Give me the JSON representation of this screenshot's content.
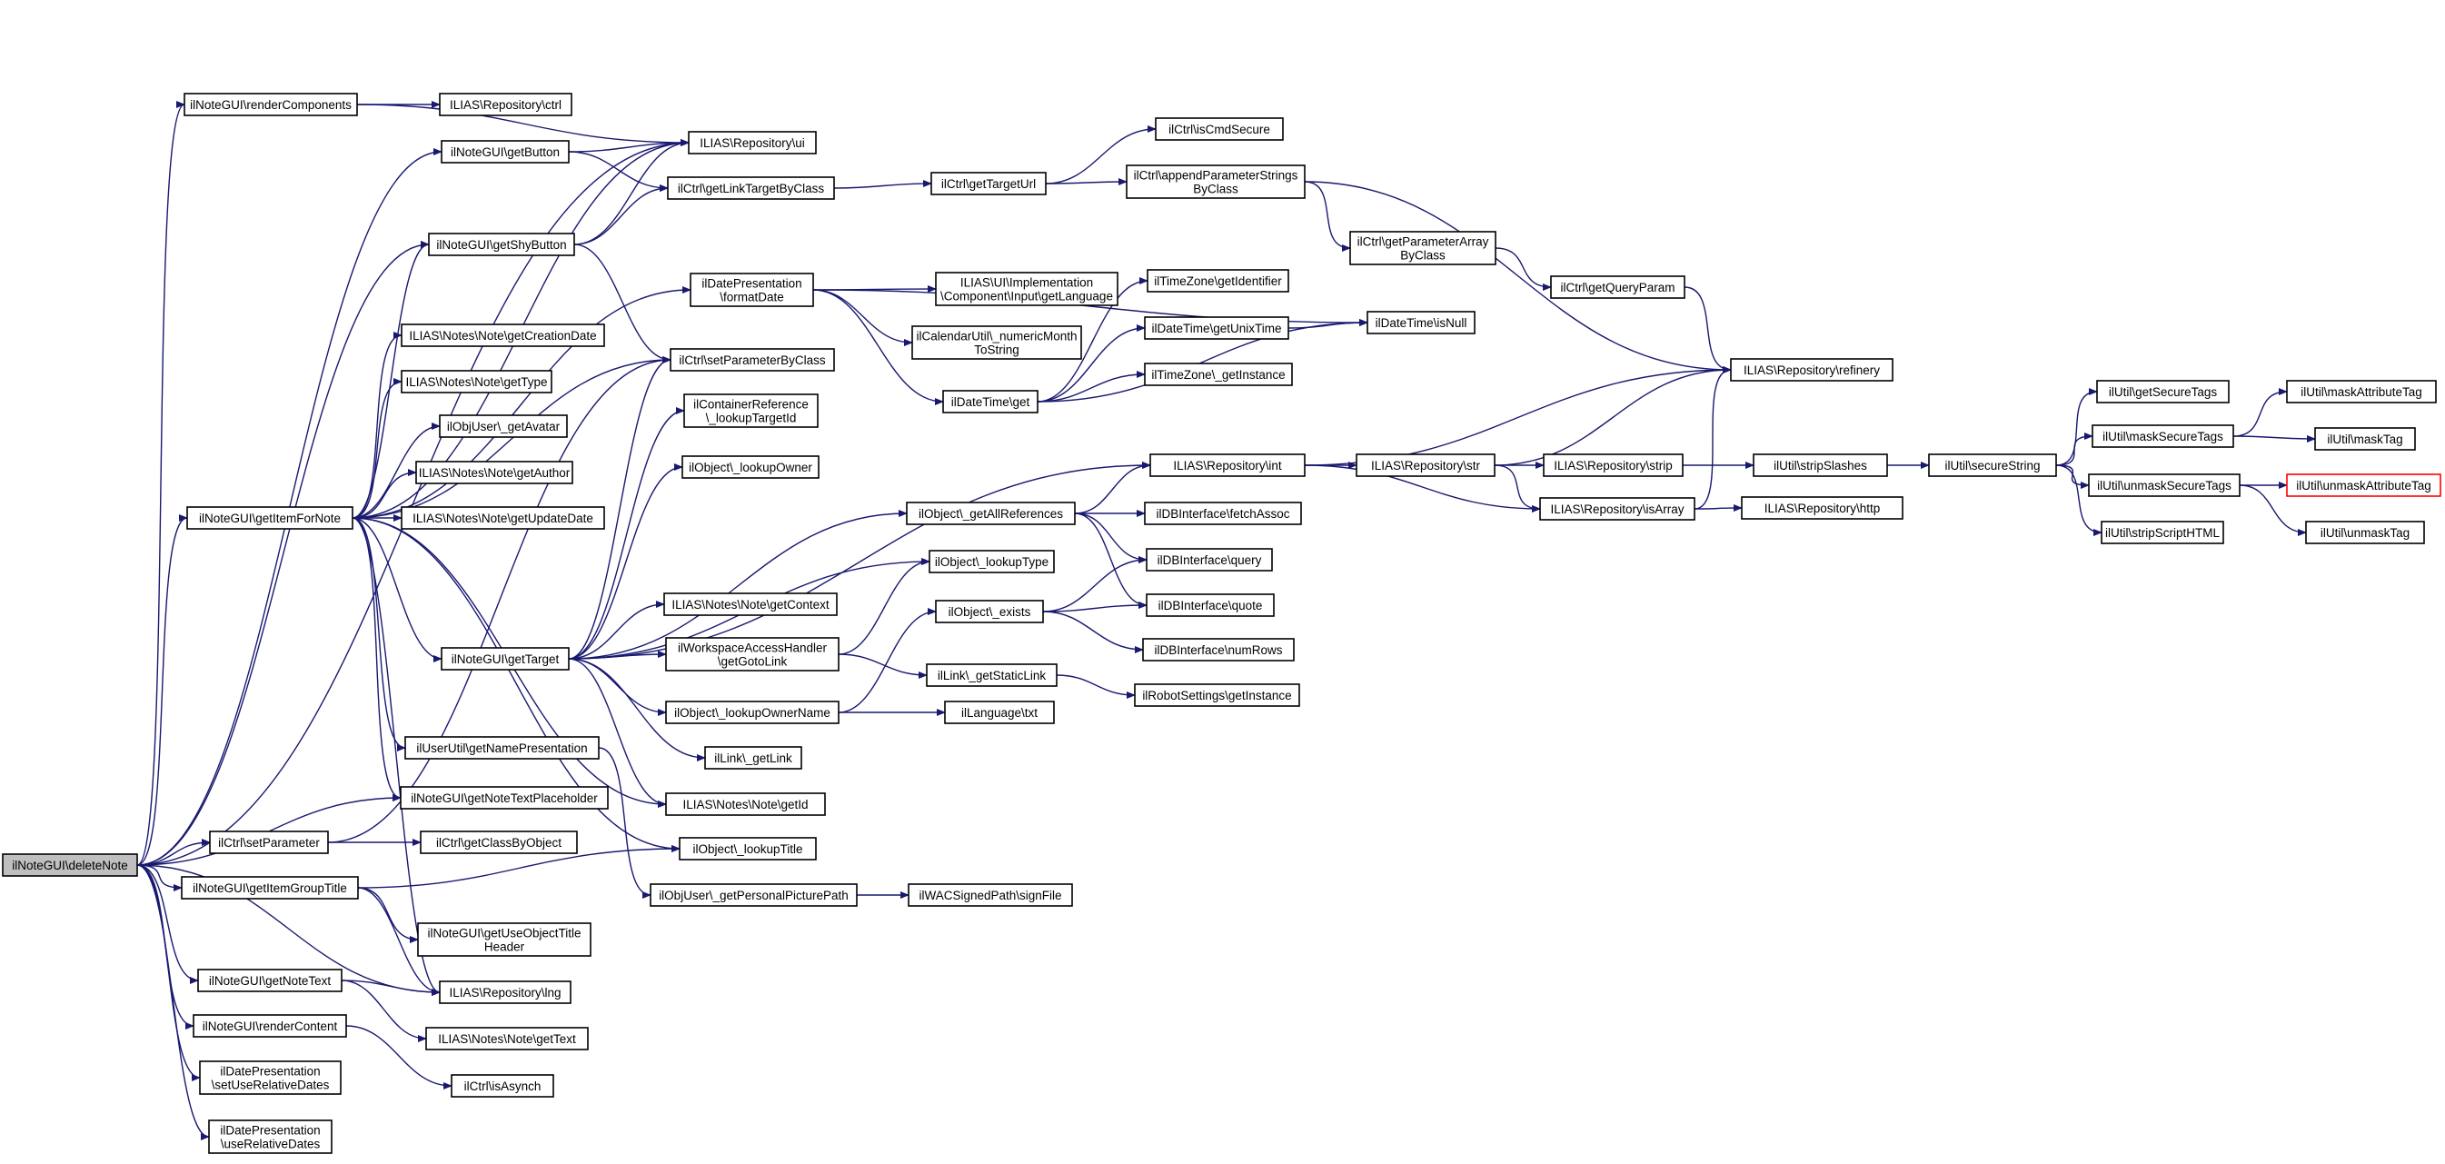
{
  "diagram": {
    "edge_color": "#191970",
    "root_fill": "#bfbfbf",
    "highlight_border": "#ff0000",
    "nodes": [
      {
        "id": "deleteNote",
        "lines": [
          "ilNoteGUI\\deleteNote"
        ],
        "root": true
      },
      {
        "id": "renderComponents",
        "lines": [
          "ilNoteGUI\\renderComponents"
        ]
      },
      {
        "id": "ctrl",
        "lines": [
          "ILIAS\\Repository\\ctrl"
        ]
      },
      {
        "id": "ui",
        "lines": [
          "ILIAS\\Repository\\ui"
        ]
      },
      {
        "id": "getButton",
        "lines": [
          "ilNoteGUI\\getButton"
        ]
      },
      {
        "id": "getLinkTargetByClass",
        "lines": [
          "ilCtrl\\getLinkTargetByClass"
        ]
      },
      {
        "id": "getTargetUrl",
        "lines": [
          "ilCtrl\\getTargetUrl"
        ]
      },
      {
        "id": "isCmdSecure",
        "lines": [
          "ilCtrl\\isCmdSecure"
        ]
      },
      {
        "id": "appendParameterStrings",
        "lines": [
          "ilCtrl\\appendParameterStrings",
          "ByClass"
        ]
      },
      {
        "id": "getShyButton",
        "lines": [
          "ilNoteGUI\\getShyButton"
        ]
      },
      {
        "id": "formatDate",
        "lines": [
          "ilDatePresentation",
          "\\formatDate"
        ]
      },
      {
        "id": "getLanguage",
        "lines": [
          "ILIAS\\UI\\Implementation",
          "\\Component\\Input\\getLanguage"
        ]
      },
      {
        "id": "numericMonth",
        "lines": [
          "ilCalendarUtil\\_numericMonth",
          "ToString"
        ]
      },
      {
        "id": "getParameterArray",
        "lines": [
          "ilCtrl\\getParameterArray",
          "ByClass"
        ]
      },
      {
        "id": "getQueryParam",
        "lines": [
          "ilCtrl\\getQueryParam"
        ]
      },
      {
        "id": "getIdentifier",
        "lines": [
          "ilTimeZone\\getIdentifier"
        ]
      },
      {
        "id": "getUnixTime",
        "lines": [
          "ilDateTime\\getUnixTime"
        ]
      },
      {
        "id": "isNull",
        "lines": [
          "ilDateTime\\isNull"
        ]
      },
      {
        "id": "tzGetInstance",
        "lines": [
          "ilTimeZone\\_getInstance"
        ]
      },
      {
        "id": "dtGet",
        "lines": [
          "ilDateTime\\get"
        ]
      },
      {
        "id": "refinery",
        "lines": [
          "ILIAS\\Repository\\refinery"
        ]
      },
      {
        "id": "getCreationDate",
        "lines": [
          "ILIAS\\Notes\\Note\\getCreationDate"
        ]
      },
      {
        "id": "setParameterByClass",
        "lines": [
          "ilCtrl\\setParameterByClass"
        ]
      },
      {
        "id": "getType",
        "lines": [
          "ILIAS\\Notes\\Note\\getType"
        ]
      },
      {
        "id": "lookupTargetId",
        "lines": [
          "ilContainerReference",
          "\\_lookupTargetId"
        ]
      },
      {
        "id": "getAvatar",
        "lines": [
          "ilObjUser\\_getAvatar"
        ]
      },
      {
        "id": "lookupOwner",
        "lines": [
          "ilObject\\_lookupOwner"
        ]
      },
      {
        "id": "getAuthor",
        "lines": [
          "ILIAS\\Notes\\Note\\getAuthor"
        ]
      },
      {
        "id": "getUpdateDate",
        "lines": [
          "ILIAS\\Notes\\Note\\getUpdateDate"
        ]
      },
      {
        "id": "getItemForNote",
        "lines": [
          "ilNoteGUI\\getItemForNote"
        ]
      },
      {
        "id": "repoInt",
        "lines": [
          "ILIAS\\Repository\\int"
        ]
      },
      {
        "id": "repoStr",
        "lines": [
          "ILIAS\\Repository\\str"
        ]
      },
      {
        "id": "repoStrip",
        "lines": [
          "ILIAS\\Repository\\strip"
        ]
      },
      {
        "id": "stripSlashes",
        "lines": [
          "ilUtil\\stripSlashes"
        ]
      },
      {
        "id": "secureString",
        "lines": [
          "ilUtil\\secureString"
        ]
      },
      {
        "id": "getSecureTags",
        "lines": [
          "ilUtil\\getSecureTags"
        ]
      },
      {
        "id": "maskSecureTags",
        "lines": [
          "ilUtil\\maskSecureTags"
        ]
      },
      {
        "id": "maskAttributeTag",
        "lines": [
          "ilUtil\\maskAttributeTag"
        ]
      },
      {
        "id": "maskTag",
        "lines": [
          "ilUtil\\maskTag"
        ]
      },
      {
        "id": "unmaskSecureTags",
        "lines": [
          "ilUtil\\unmaskSecureTags"
        ]
      },
      {
        "id": "unmaskAttributeTag",
        "lines": [
          "ilUtil\\unmaskAttributeTag"
        ],
        "highlight": true
      },
      {
        "id": "unmaskTag",
        "lines": [
          "ilUtil\\unmaskTag"
        ]
      },
      {
        "id": "stripScriptHTML",
        "lines": [
          "ilUtil\\stripScriptHTML"
        ]
      },
      {
        "id": "getAllReferences",
        "lines": [
          "ilObject\\_getAllReferences"
        ]
      },
      {
        "id": "fetchAssoc",
        "lines": [
          "ilDBInterface\\fetchAssoc"
        ]
      },
      {
        "id": "isArray",
        "lines": [
          "ILIAS\\Repository\\isArray"
        ]
      },
      {
        "id": "http",
        "lines": [
          "ILIAS\\Repository\\http"
        ]
      },
      {
        "id": "lookupType",
        "lines": [
          "ilObject\\_lookupType"
        ]
      },
      {
        "id": "dbQuery",
        "lines": [
          "ilDBInterface\\query"
        ]
      },
      {
        "id": "getContext",
        "lines": [
          "ILIAS\\Notes\\Note\\getContext"
        ]
      },
      {
        "id": "exists",
        "lines": [
          "ilObject\\_exists"
        ]
      },
      {
        "id": "dbQuote",
        "lines": [
          "ilDBInterface\\quote"
        ]
      },
      {
        "id": "getGotoLink",
        "lines": [
          "ilWorkspaceAccessHandler",
          "\\getGotoLink"
        ]
      },
      {
        "id": "numRows",
        "lines": [
          "ilDBInterface\\numRows"
        ]
      },
      {
        "id": "getTarget",
        "lines": [
          "ilNoteGUI\\getTarget"
        ]
      },
      {
        "id": "getStaticLink",
        "lines": [
          "ilLink\\_getStaticLink"
        ]
      },
      {
        "id": "robotGetInstance",
        "lines": [
          "ilRobotSettings\\getInstance"
        ]
      },
      {
        "id": "lookupOwnerName",
        "lines": [
          "ilObject\\_lookupOwnerName"
        ]
      },
      {
        "id": "langTxt",
        "lines": [
          "ilLanguage\\txt"
        ]
      },
      {
        "id": "getLink",
        "lines": [
          "ilLink\\_getLink"
        ]
      },
      {
        "id": "getNamePresentation",
        "lines": [
          "ilUserUtil\\getNamePresentation"
        ]
      },
      {
        "id": "getNoteTextPlaceholder",
        "lines": [
          "ilNoteGUI\\getNoteTextPlaceholder"
        ]
      },
      {
        "id": "noteGetId",
        "lines": [
          "ILIAS\\Notes\\Note\\getId"
        ]
      },
      {
        "id": "setParameter",
        "lines": [
          "ilCtrl\\setParameter"
        ]
      },
      {
        "id": "getClassByObject",
        "lines": [
          "ilCtrl\\getClassByObject"
        ]
      },
      {
        "id": "lookupTitle",
        "lines": [
          "ilObject\\_lookupTitle"
        ]
      },
      {
        "id": "getItemGroupTitle",
        "lines": [
          "ilNoteGUI\\getItemGroupTitle"
        ]
      },
      {
        "id": "getPersonalPicturePath",
        "lines": [
          "ilObjUser\\_getPersonalPicturePath"
        ]
      },
      {
        "id": "signFile",
        "lines": [
          "ilWACSignedPath\\signFile"
        ]
      },
      {
        "id": "getUseObjectTitleHeader",
        "lines": [
          "ilNoteGUI\\getUseObjectTitle",
          "Header"
        ]
      },
      {
        "id": "getNoteText",
        "lines": [
          "ilNoteGUI\\getNoteText"
        ]
      },
      {
        "id": "lng",
        "lines": [
          "ILIAS\\Repository\\lng"
        ]
      },
      {
        "id": "renderContent",
        "lines": [
          "ilNoteGUI\\renderContent"
        ]
      },
      {
        "id": "noteGetText",
        "lines": [
          "ILIAS\\Notes\\Note\\getText"
        ]
      },
      {
        "id": "setUseRelativeDates",
        "lines": [
          "ilDatePresentation",
          "\\setUseRelativeDates"
        ]
      },
      {
        "id": "isAsynch",
        "lines": [
          "ilCtrl\\isAsynch"
        ]
      },
      {
        "id": "useRelativeDates",
        "lines": [
          "ilDatePresentation",
          "\\useRelativeDates"
        ]
      }
    ],
    "edges": [
      [
        "deleteNote",
        "renderComponents"
      ],
      [
        "deleteNote",
        "ui"
      ],
      [
        "deleteNote",
        "getButton"
      ],
      [
        "deleteNote",
        "getShyButton"
      ],
      [
        "deleteNote",
        "getItemForNote"
      ],
      [
        "deleteNote",
        "getNoteTextPlaceholder"
      ],
      [
        "deleteNote",
        "setParameter"
      ],
      [
        "deleteNote",
        "getItemGroupTitle"
      ],
      [
        "deleteNote",
        "lng"
      ],
      [
        "deleteNote",
        "getNoteText"
      ],
      [
        "deleteNote",
        "renderContent"
      ],
      [
        "deleteNote",
        "setUseRelativeDates"
      ],
      [
        "deleteNote",
        "useRelativeDates"
      ],
      [
        "renderComponents",
        "ctrl"
      ],
      [
        "renderComponents",
        "ui"
      ],
      [
        "getButton",
        "ui"
      ],
      [
        "getButton",
        "getLinkTargetByClass"
      ],
      [
        "getShyButton",
        "ui"
      ],
      [
        "getShyButton",
        "getLinkTargetByClass"
      ],
      [
        "getShyButton",
        "setParameterByClass"
      ],
      [
        "getLinkTargetByClass",
        "getTargetUrl"
      ],
      [
        "getTargetUrl",
        "isCmdSecure"
      ],
      [
        "getTargetUrl",
        "appendParameterStrings"
      ],
      [
        "appendParameterStrings",
        "getParameterArray"
      ],
      [
        "appendParameterStrings",
        "refinery"
      ],
      [
        "getParameterArray",
        "getQueryParam"
      ],
      [
        "getQueryParam",
        "refinery"
      ],
      [
        "formatDate",
        "getLanguage"
      ],
      [
        "formatDate",
        "numericMonth"
      ],
      [
        "formatDate",
        "dtGet"
      ],
      [
        "formatDate",
        "isNull"
      ],
      [
        "dtGet",
        "getIdentifier"
      ],
      [
        "dtGet",
        "getUnixTime"
      ],
      [
        "dtGet",
        "tzGetInstance"
      ],
      [
        "dtGet",
        "isNull"
      ],
      [
        "getUnixTime",
        "isNull"
      ],
      [
        "getItemForNote",
        "ui"
      ],
      [
        "getItemForNote",
        "getShyButton"
      ],
      [
        "getItemForNote",
        "formatDate"
      ],
      [
        "getItemForNote",
        "getCreationDate"
      ],
      [
        "getItemForNote",
        "getType"
      ],
      [
        "getItemForNote",
        "getAvatar"
      ],
      [
        "getItemForNote",
        "getAuthor"
      ],
      [
        "getItemForNote",
        "getUpdateDate"
      ],
      [
        "getItemForNote",
        "getTarget"
      ],
      [
        "getItemForNote",
        "getNamePresentation"
      ],
      [
        "getItemForNote",
        "getNoteTextPlaceholder"
      ],
      [
        "getItemForNote",
        "noteGetId"
      ],
      [
        "getItemForNote",
        "lng"
      ],
      [
        "getItemForNote",
        "setParameterByClass"
      ],
      [
        "getItemForNote",
        "lookupTitle"
      ],
      [
        "getTarget",
        "setParameterByClass"
      ],
      [
        "getTarget",
        "lookupTargetId"
      ],
      [
        "getTarget",
        "lookupOwner"
      ],
      [
        "getTarget",
        "getAllReferences"
      ],
      [
        "getTarget",
        "lookupType"
      ],
      [
        "getTarget",
        "getContext"
      ],
      [
        "getTarget",
        "getGotoLink"
      ],
      [
        "getTarget",
        "lookupOwnerName"
      ],
      [
        "getTarget",
        "getLink"
      ],
      [
        "getTarget",
        "noteGetId"
      ],
      [
        "getTarget",
        "repoInt"
      ],
      [
        "getGotoLink",
        "getStaticLink"
      ],
      [
        "getGotoLink",
        "lookupType"
      ],
      [
        "getStaticLink",
        "robotGetInstance"
      ],
      [
        "lookupOwnerName",
        "langTxt"
      ],
      [
        "lookupOwnerName",
        "exists"
      ],
      [
        "exists",
        "dbQuery"
      ],
      [
        "exists",
        "dbQuote"
      ],
      [
        "exists",
        "numRows"
      ],
      [
        "getAllReferences",
        "repoInt"
      ],
      [
        "getAllReferences",
        "fetchAssoc"
      ],
      [
        "getAllReferences",
        "dbQuery"
      ],
      [
        "getAllReferences",
        "dbQuote"
      ],
      [
        "repoInt",
        "repoStr"
      ],
      [
        "repoInt",
        "isArray"
      ],
      [
        "repoInt",
        "refinery"
      ],
      [
        "repoStr",
        "repoStrip"
      ],
      [
        "repoStr",
        "isArray"
      ],
      [
        "repoStr",
        "refinery"
      ],
      [
        "repoStrip",
        "stripSlashes"
      ],
      [
        "stripSlashes",
        "secureString"
      ],
      [
        "secureString",
        "getSecureTags"
      ],
      [
        "secureString",
        "maskSecureTags"
      ],
      [
        "secureString",
        "unmaskSecureTags"
      ],
      [
        "secureString",
        "stripScriptHTML"
      ],
      [
        "maskSecureTags",
        "maskAttributeTag"
      ],
      [
        "maskSecureTags",
        "maskTag"
      ],
      [
        "unmaskSecureTags",
        "unmaskAttributeTag"
      ],
      [
        "unmaskSecureTags",
        "unmaskTag"
      ],
      [
        "isArray",
        "http"
      ],
      [
        "isArray",
        "refinery"
      ],
      [
        "setParameter",
        "getClassByObject"
      ],
      [
        "setParameter",
        "setParameterByClass"
      ],
      [
        "getNamePresentation",
        "getPersonalPicturePath"
      ],
      [
        "getPersonalPicturePath",
        "signFile"
      ],
      [
        "getItemGroupTitle",
        "lookupTitle"
      ],
      [
        "getItemGroupTitle",
        "getUseObjectTitleHeader"
      ],
      [
        "getItemGroupTitle",
        "lng"
      ],
      [
        "getNoteText",
        "lng"
      ],
      [
        "getNoteText",
        "noteGetText"
      ],
      [
        "renderContent",
        "isAsynch"
      ]
    ]
  }
}
